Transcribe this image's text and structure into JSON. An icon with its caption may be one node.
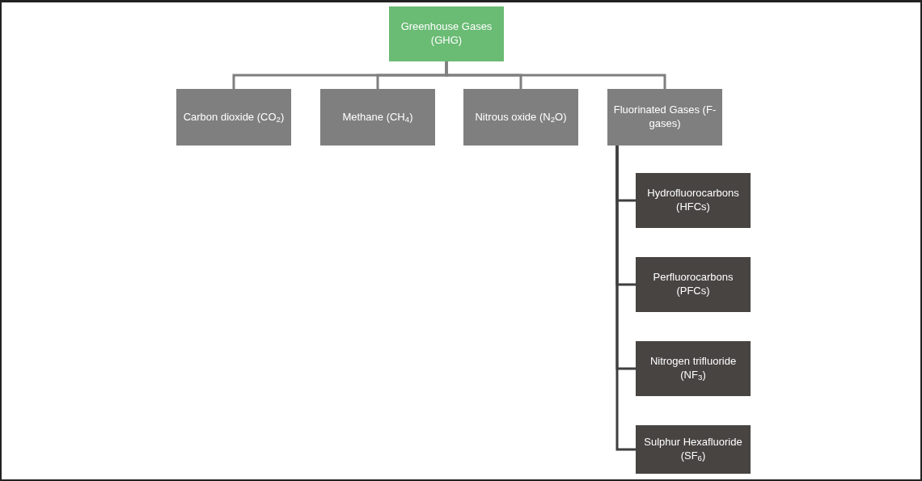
{
  "diagram": {
    "nodes": [
      {
        "text": [
          "Greenhouse Gases (GHG)"
        ]
      },
      {
        "text": [
          "Carbon dioxide (CO$_{2}$)"
        ]
      },
      {
        "text": [
          "Methane (CH$_{4}$)"
        ]
      },
      {
        "text": [
          "Nitrous oxide (N$_{2}$O)"
        ]
      },
      {
        "text": [
          "Fluorinated Gases (F-gases)"
        ]
      },
      {
        "text": [
          "Hydrofluorocarbons (HFCs)"
        ]
      },
      {
        "text": [
          "Perfluorocarbons (PFCs)"
        ]
      },
      {
        "text": [
          "Nitrogen trifluoride (NF$_{3}$)"
        ]
      },
      {
        "text": [
          "Sulphur Hexafluoride (SF$_{6}$)"
        ]
      }
    ],
    "edges": [
      {
        "from": 0,
        "to": 1,
        "arrow": "none",
        "color": "#7f7f7f"
      },
      {
        "from": 0,
        "to": 2,
        "arrow": "none",
        "color": "#7f7f7f"
      },
      {
        "from": 0,
        "to": 3,
        "arrow": "none",
        "color": "#7f7f7f"
      },
      {
        "from": 0,
        "to": 4,
        "arrow": "none",
        "color": "#7f7f7f"
      },
      {
        "from": 4,
        "to": 5,
        "arrow": "none",
        "color": "#3f3f3f"
      },
      {
        "from": 4,
        "to": 6,
        "arrow": "none",
        "color": "#3f3f3f"
      },
      {
        "from": 4,
        "to": 7,
        "arrow": "none",
        "color": "#3f3f3f"
      },
      {
        "from": 4,
        "to": 8,
        "arrow": "none",
        "color": "#3f3f3f"
      }
    ]
  }
}
